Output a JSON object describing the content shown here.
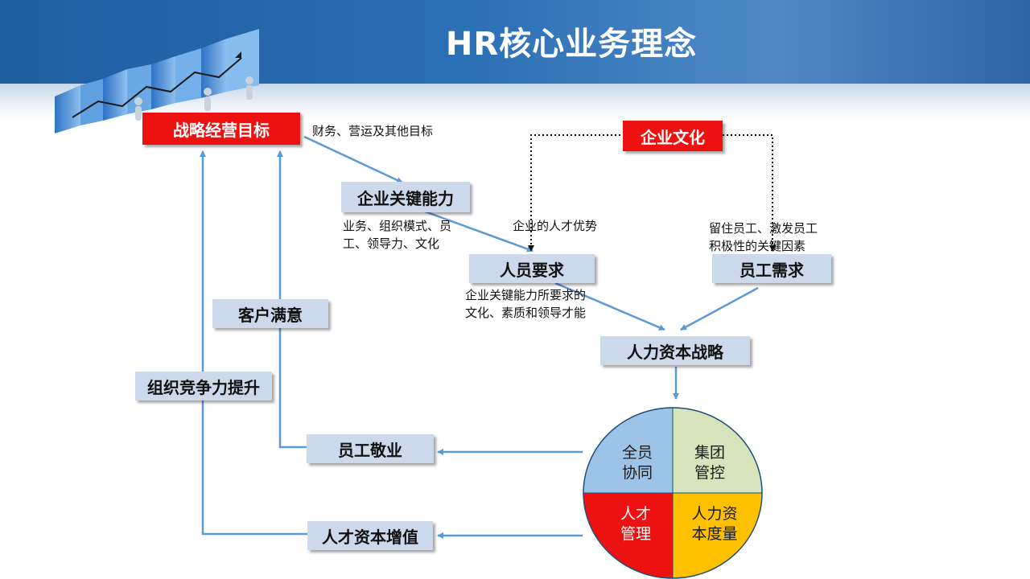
{
  "slide": {
    "title": "HR核心业务理念"
  },
  "boxes": {
    "strategic_goal": "战略经营目标",
    "corporate_culture": "企业文化",
    "key_capability": "企业关键能力",
    "personnel_requirements": "人员要求",
    "employee_needs": "员工需求",
    "customer_satisfaction": "客户满意",
    "human_capital_strategy": "人力资本战略",
    "org_competitiveness": "组织竞争力提升",
    "employee_engagement": "员工敬业",
    "talent_capital_value": "人才资本增值"
  },
  "notes": {
    "finance_goals": "财务、营运及其他目标",
    "capability_line1": "业务、组织模式、员",
    "capability_line2": "工、领导力、文化",
    "talent_advantage": "企业的人才优势",
    "retain_line1": "留住员工、激发员工",
    "retain_line2": "积极性的关键因素",
    "requirements_line1": "企业关键能力所要求的",
    "requirements_line2": "文化、素质和领导才能"
  },
  "circle": {
    "top_left": {
      "line1": "全员",
      "line2": "协同"
    },
    "top_right": {
      "line1": "集团",
      "line2": "管控"
    },
    "bottom_left": {
      "line1": "人才",
      "line2": "管理"
    },
    "bottom_right": {
      "line1": "人力资",
      "line2": "本度量"
    }
  },
  "colors": {
    "banner": "#2b6fb5",
    "box_blue": "#ccd9ea",
    "box_red": "#ee1111",
    "arrow": "#5b9bd5",
    "quadrant_top_left": "#9dc3e6",
    "quadrant_top_right": "#d6e4bc",
    "quadrant_bottom_left": "#ee1111",
    "quadrant_bottom_right": "#ffc000"
  }
}
